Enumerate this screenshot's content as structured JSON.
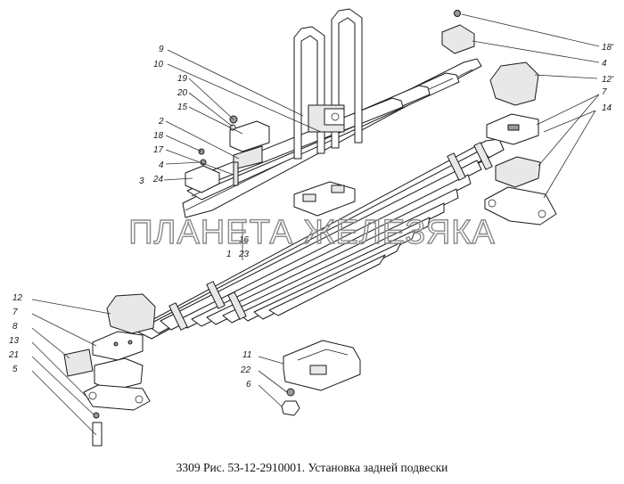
{
  "caption": "3309 Рис. 53-12-2910001. Установка задней подвески",
  "watermark": "ПЛАНЕТА ЖЕЛЕЗЯКА",
  "callouts": [
    {
      "id": "c-9",
      "text": "9"
    },
    {
      "id": "c-10",
      "text": "10"
    },
    {
      "id": "c-19",
      "text": "19"
    },
    {
      "id": "c-20",
      "text": "20"
    },
    {
      "id": "c-15",
      "text": "15"
    },
    {
      "id": "c-2",
      "text": "2"
    },
    {
      "id": "c-18-left",
      "text": "18"
    },
    {
      "id": "c-17",
      "text": "17"
    },
    {
      "id": "c-4-left",
      "text": "4"
    },
    {
      "id": "c-3",
      "text": "3"
    },
    {
      "id": "c-24",
      "text": "24"
    },
    {
      "id": "c-18-prime",
      "text": "18'"
    },
    {
      "id": "c-4-right",
      "text": "4"
    },
    {
      "id": "c-12-prime",
      "text": "12'"
    },
    {
      "id": "c-7-right",
      "text": "7"
    },
    {
      "id": "c-14",
      "text": "14"
    },
    {
      "id": "c-16",
      "text": "16"
    },
    {
      "id": "c-1",
      "text": "1"
    },
    {
      "id": "c-23",
      "text": "23"
    },
    {
      "id": "c-12-left",
      "text": "12"
    },
    {
      "id": "c-7-left",
      "text": "7"
    },
    {
      "id": "c-8",
      "text": "8"
    },
    {
      "id": "c-13",
      "text": "13"
    },
    {
      "id": "c-21",
      "text": "21"
    },
    {
      "id": "c-5",
      "text": "5"
    },
    {
      "id": "c-11",
      "text": "11"
    },
    {
      "id": "c-22",
      "text": "22"
    },
    {
      "id": "c-6",
      "text": "6"
    }
  ]
}
